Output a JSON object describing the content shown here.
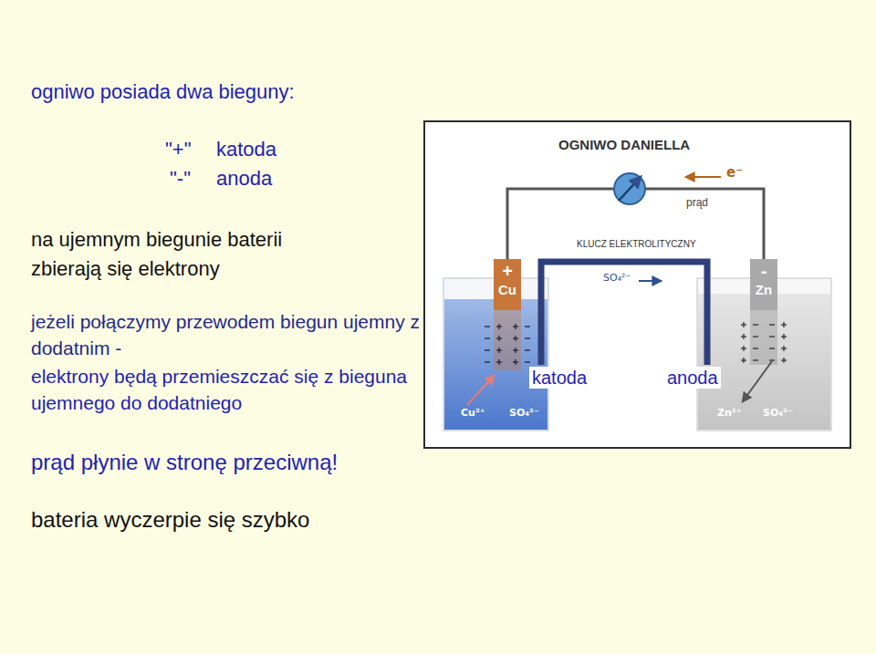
{
  "diagram": {
    "nodes": [
      {
        "text": [
          "+",
          "Cu"
        ]
      },
      {
        "text": [
          "-",
          "Zn"
        ]
      }
    ],
    "edges": [
      {
        "from": 1,
        "to": 0,
        "arrow": "none"
      }
    ],
    "labels": [
      "ogniwo posiada dwa bieguny:",
      "\"+\"",
      "katoda",
      "\"-\"",
      "anoda",
      "na ujemnym biegunie baterii zbierają się elektrony",
      "jeżeli połączymy przewodem biegun ujemny z dodatnim -",
      "elektrony będą przemieszczać się z bieguna ujemnego do dodatniego",
      "prąd płynie w stronę przeciwną!",
      "bateria wyczerpie się szybko",
      "OGNIWO DANIELLA",
      "e⁻",
      "prąd",
      "KLUCZ ELEKTROLITYCZNY",
      "SO₄²⁻",
      "katoda",
      "anoda",
      "Cu²⁺",
      "SO₄²⁻",
      "Zn²⁺",
      "SO₄²⁻"
    ]
  }
}
